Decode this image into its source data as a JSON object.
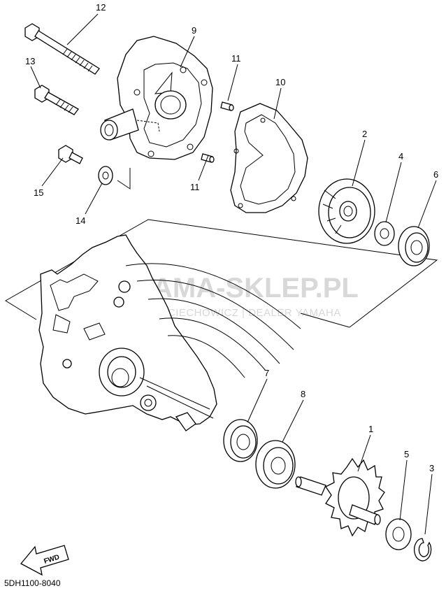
{
  "callouts": {
    "c1": "1",
    "c2": "2",
    "c3": "3",
    "c4": "4",
    "c5": "5",
    "c6": "6",
    "c7": "7",
    "c8": "8",
    "c9": "9",
    "c10": "10",
    "c11a": "11",
    "c11b": "11",
    "c12": "12",
    "c13": "13",
    "c14": "14",
    "c15": "15"
  },
  "watermark": {
    "brand": "YAMA-SKLEP.PL",
    "dealer": "WOJCIECHOWICZ | DEALER YAMAHA"
  },
  "fwd_label": "FWD",
  "diagram_code": "5DH1100-8040"
}
